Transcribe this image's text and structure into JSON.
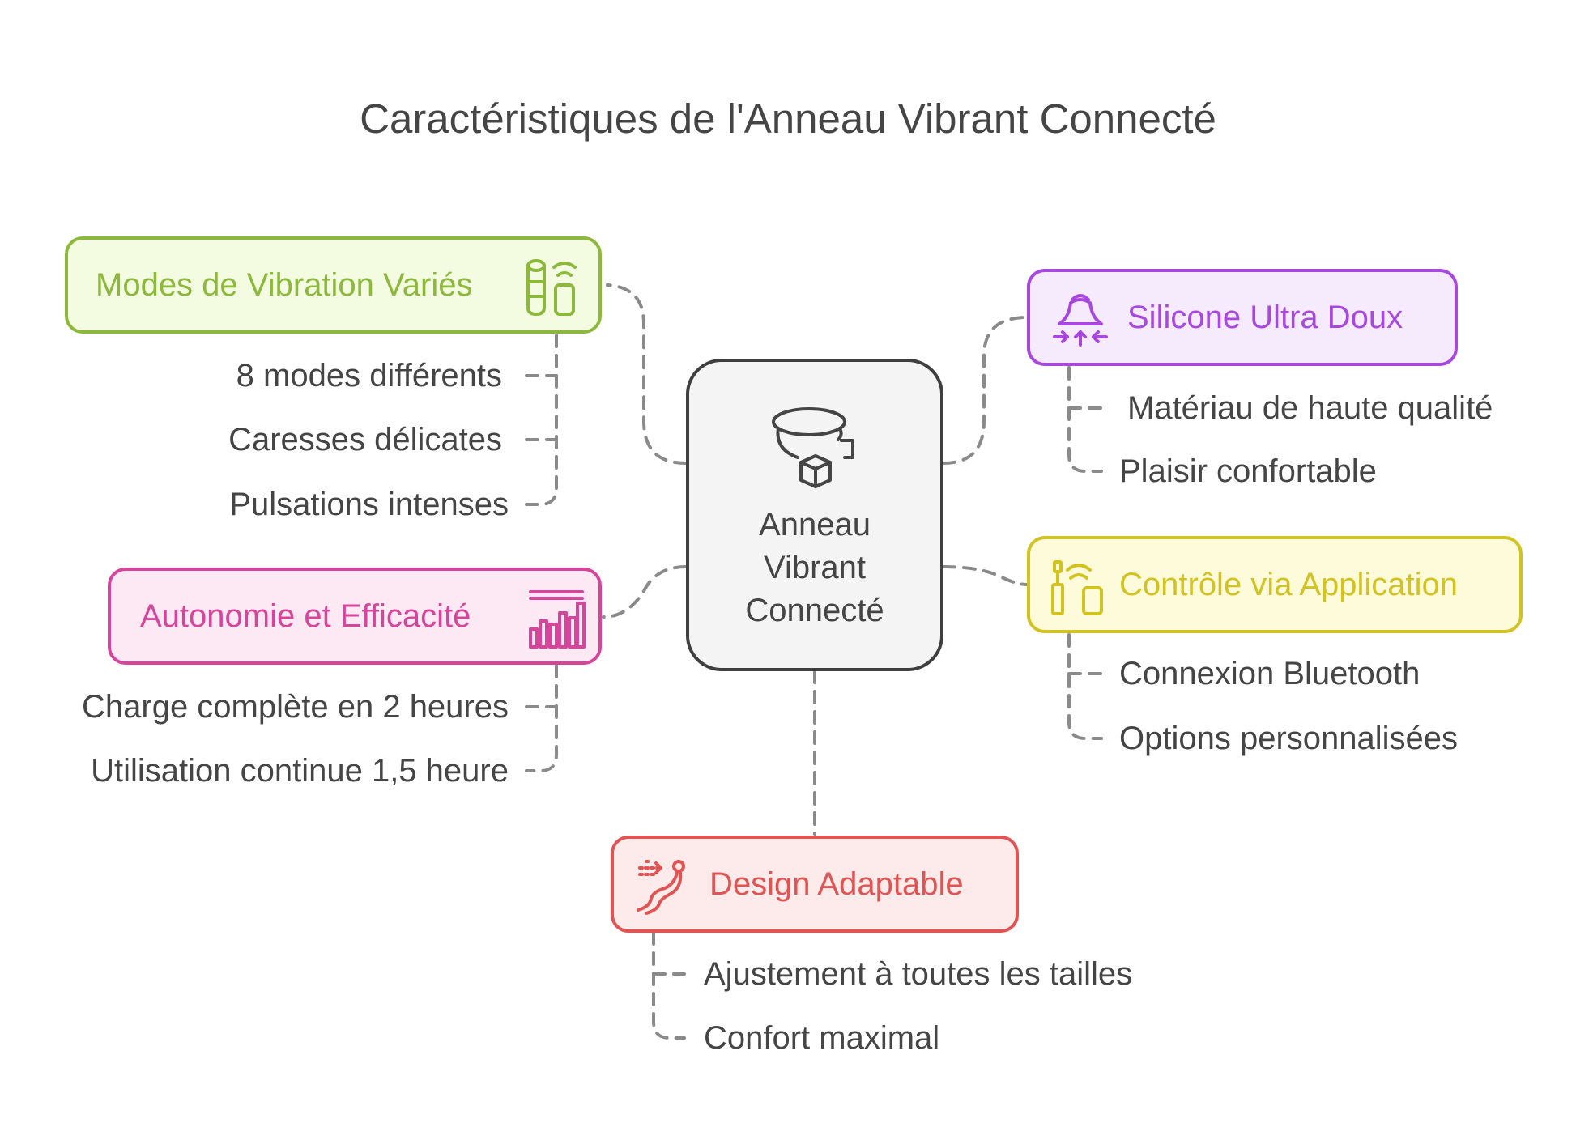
{
  "title": "Caractéristiques de l'Anneau Vibrant Connecté",
  "center": {
    "label_lines": [
      "Anneau",
      "Vibrant",
      "Connecté"
    ],
    "icon": "ring-with-box-icon"
  },
  "categories": {
    "modes": {
      "label": "Modes de Vibration Variés",
      "icon": "vibration-devices-icon",
      "color": "#8cb83c",
      "fill": "#f3fbe1",
      "items": [
        "8 modes différents",
        "Caresses délicates",
        "Pulsations intenses"
      ]
    },
    "autonomie": {
      "label": "Autonomie et Efficacité",
      "icon": "battery-bars-icon",
      "color": "#d6459b",
      "fill": "#fde9f4",
      "items": [
        "Charge complète en 2 heures",
        "Utilisation continue 1,5 heure"
      ]
    },
    "silicone": {
      "label": "Silicone Ultra Doux",
      "icon": "soft-material-icon",
      "color": "#a848df",
      "fill": "#f6ebfd",
      "items": [
        "Matériau de haute qualité",
        "Plaisir confortable"
      ]
    },
    "controle": {
      "label": "Contrôle via Application",
      "icon": "app-control-icon",
      "color": "#d3c322",
      "fill": "#fdfbd9",
      "items": [
        "Connexion Bluetooth",
        "Options personnalisées"
      ]
    },
    "design": {
      "label": "Design Adaptable",
      "icon": "adaptive-design-icon",
      "color": "#e05454",
      "fill": "#fdeaea",
      "items": [
        "Ajustement à toutes les tailles",
        "Confort maximal"
      ]
    }
  }
}
